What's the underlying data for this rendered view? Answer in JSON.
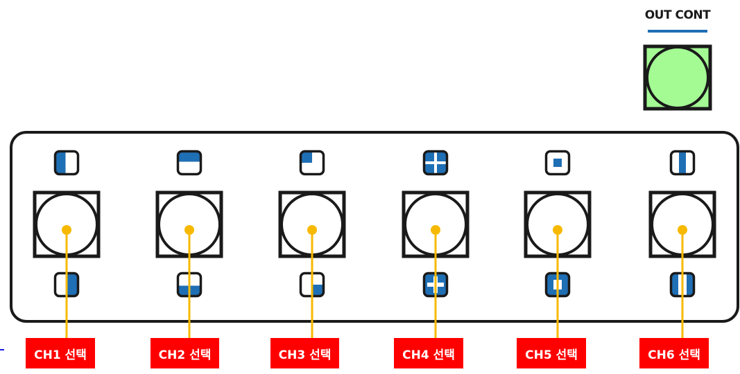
{
  "out_control": {
    "title": "OUT CONT",
    "button_color": "#a4fb94"
  },
  "channels": [
    {
      "label": "CH1 선택",
      "top_icon": "split-left-indicator-icon",
      "bottom_icon": "split-right-indicator-icon"
    },
    {
      "label": "CH2 선택",
      "top_icon": "split-top-indicator-icon",
      "bottom_icon": "split-bottom-indicator-icon"
    },
    {
      "label": "CH3 선택",
      "top_icon": "pip-top-left-indicator-icon",
      "bottom_icon": "pip-bottom-right-indicator-icon"
    },
    {
      "label": "CH4 선택",
      "top_icon": "quad-cross-indicator-icon",
      "bottom_icon": "quad-inverse-indicator-icon"
    },
    {
      "label": "CH5 선택",
      "top_icon": "center-square-indicator-icon",
      "bottom_icon": "center-frame-indicator-icon"
    },
    {
      "label": "CH6 선택",
      "top_icon": "center-bar-indicator-icon",
      "bottom_icon": "side-bars-indicator-icon"
    }
  ],
  "colors": {
    "indicator_blue": "#1f6fb5",
    "pointer_yellow": "#f7b900",
    "label_red": "#ff0000",
    "outline": "#1a1a1a"
  }
}
